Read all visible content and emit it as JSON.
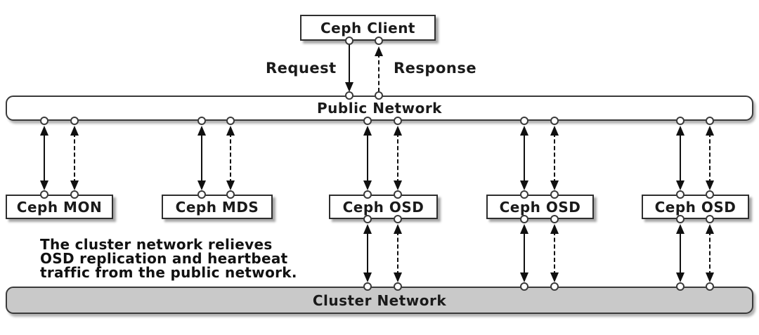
{
  "diagram": {
    "title_semantic": "Ceph public and cluster network architecture",
    "client": {
      "label": "Ceph Client"
    },
    "flows": {
      "request_label": "Request",
      "response_label": "Response"
    },
    "public_network": {
      "label": "Public Network"
    },
    "cluster_network": {
      "label": "Cluster Network"
    },
    "nodes": [
      {
        "label": "Ceph MON"
      },
      {
        "label": "Ceph MDS"
      },
      {
        "label": "Ceph OSD"
      },
      {
        "label": "Ceph OSD"
      },
      {
        "label": "Ceph OSD"
      }
    ],
    "annotation": {
      "line1": "The cluster network relieves",
      "line2": "OSD replication and heartbeat",
      "line3": "traffic from the public network."
    },
    "colors": {
      "cluster_bar_fill": "#c9c9c9",
      "box_fill": "#ffffff",
      "border": "#3a3a3a",
      "arrow": "#101010"
    }
  }
}
